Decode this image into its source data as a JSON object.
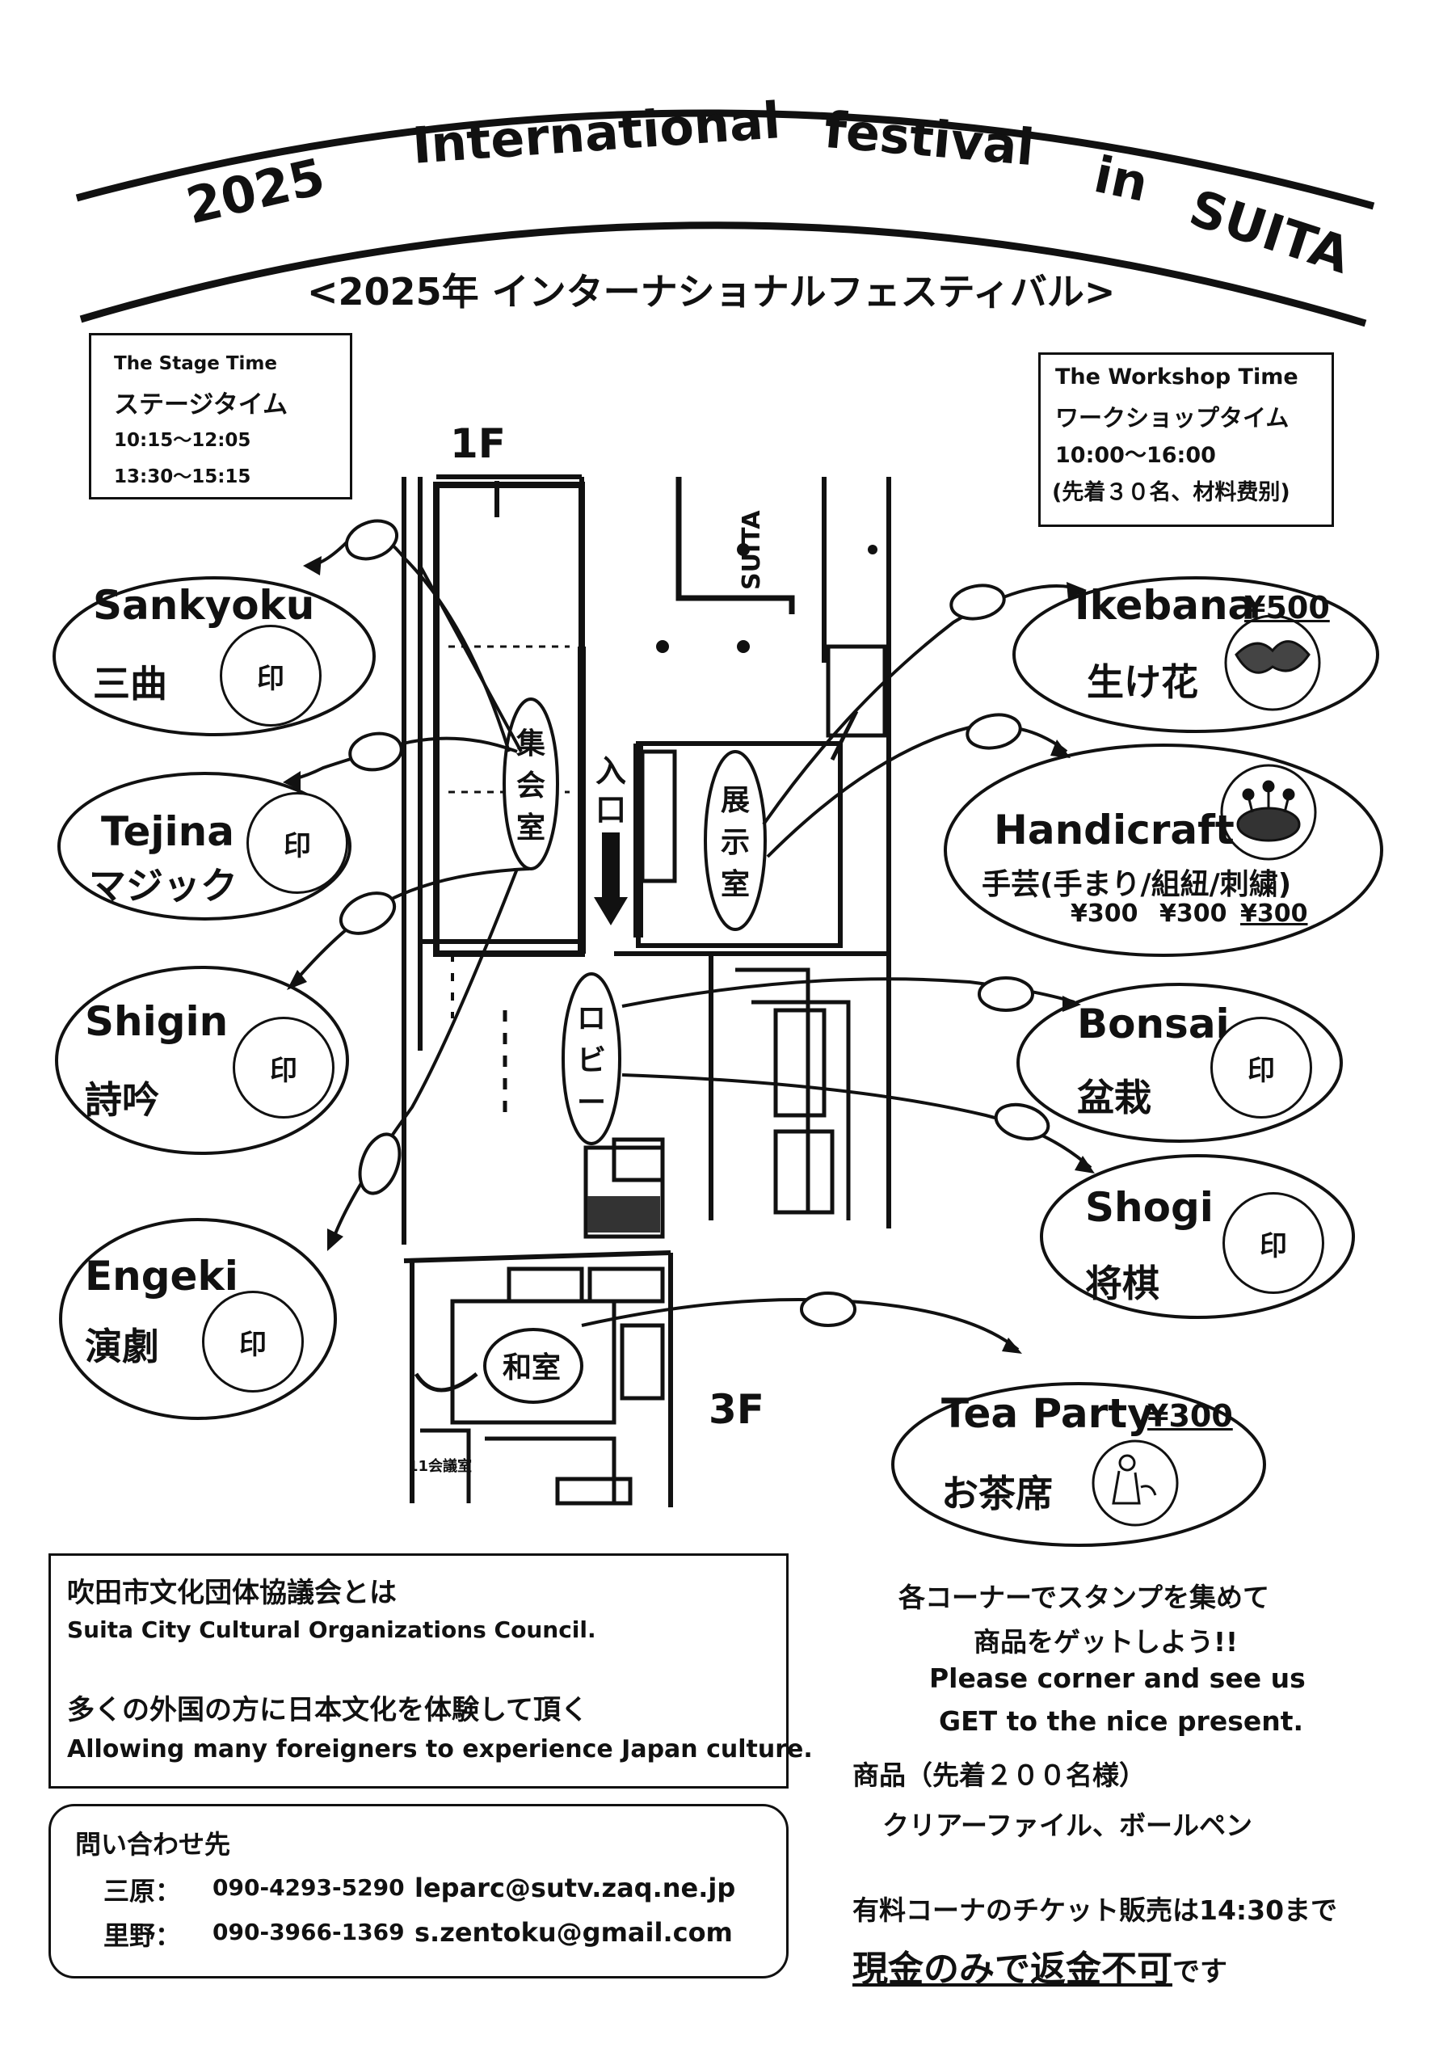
{
  "header": {
    "year": "2025",
    "word_international": "International",
    "word_festival": "festival",
    "word_in": "in",
    "word_suita": "SUITA",
    "subtitle": "<2025年 インターナショナルフェスティバル>"
  },
  "stage_time": {
    "label_en": "The Stage Time",
    "label_jp": "ステージタイム",
    "slot1": "10:15～12:05",
    "slot2": "13:30～15:15"
  },
  "workshop_time": {
    "label_en": "The Workshop Time",
    "label_jp": "ワークショップタイム",
    "hours": "10:00～16:00",
    "note": "(先着３０名、材料费别)"
  },
  "map": {
    "floor_1": "1F",
    "floor_3": "3F",
    "shukaishitsu": "集会室",
    "entrance": "入口",
    "tenjishitsu": "展示室",
    "lobby": "ロビー",
    "washitsu": "和室",
    "suita_sign": "SUITA",
    "kaigishitsu": "11会議室"
  },
  "stamp_label": "印",
  "corners_left": [
    {
      "en": "Sankyoku",
      "jp": "三曲"
    },
    {
      "en": "Tejina",
      "jp": "マジック"
    },
    {
      "en": "Shigin",
      "jp": "詩吟"
    },
    {
      "en": "Engeki",
      "jp": "演劇"
    }
  ],
  "corners_right": {
    "ikebana": {
      "en": "Ikebana",
      "price": "¥500",
      "jp": "生け花"
    },
    "handicraft": {
      "en": "Handicraft",
      "jp": "手芸(手まり/組紐/刺繍)",
      "prices": [
        "¥300",
        "¥300",
        "¥300"
      ]
    },
    "bonsai": {
      "en": "Bonsai",
      "jp": "盆栽"
    },
    "shogi": {
      "en": "Shogi",
      "jp": "将棋"
    },
    "tea": {
      "en": "Tea Party",
      "price": "¥300",
      "jp": "お茶席"
    }
  },
  "council": {
    "title_jp": "吹田市文化団体協議会とは",
    "title_en": "Suita City Cultural Organizations Council.",
    "desc_jp": "多くの外国の方に日本文化を体験して頂く",
    "desc_en": "Allowing many foreigners to experience Japan culture."
  },
  "contact": {
    "title": "問い合わせ先",
    "rows": [
      {
        "name": "三原：",
        "phone": "090-4293-5290",
        "email": "leparc@sutv.zaq.ne.jp"
      },
      {
        "name": "里野：",
        "phone": "090-3966-1369",
        "email": "s.zentoku@gmail.com"
      }
    ]
  },
  "promo": {
    "line1": "各コーナーでスタンプを集めて",
    "line2": "商品をゲットしよう!!",
    "line3": "Please corner and see us",
    "line4": "GET to the nice present.",
    "prize_title": "商品（先着２００名様）",
    "prize_items": "クリアーファイル、ボールペン",
    "ticket_note": "有料コーナのチケット販売は14:30まで",
    "cash_only": "現金のみで返金不可",
    "cash_suffix": "です"
  }
}
